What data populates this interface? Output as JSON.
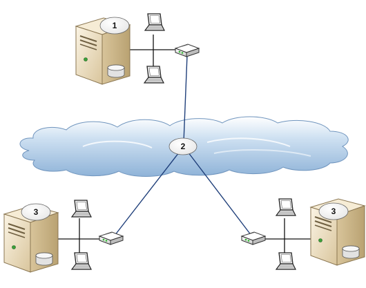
{
  "diagram": {
    "cloud_label": "2",
    "sites": [
      {
        "id": "top",
        "server_label": "1"
      },
      {
        "id": "bottom-left",
        "server_label": "3"
      },
      {
        "id": "bottom-right",
        "server_label": "3"
      }
    ]
  },
  "colors": {
    "link_line": "#1f3f7a",
    "cloud_fill": "#a9c7e3",
    "server_body": "#e9dcc1"
  }
}
